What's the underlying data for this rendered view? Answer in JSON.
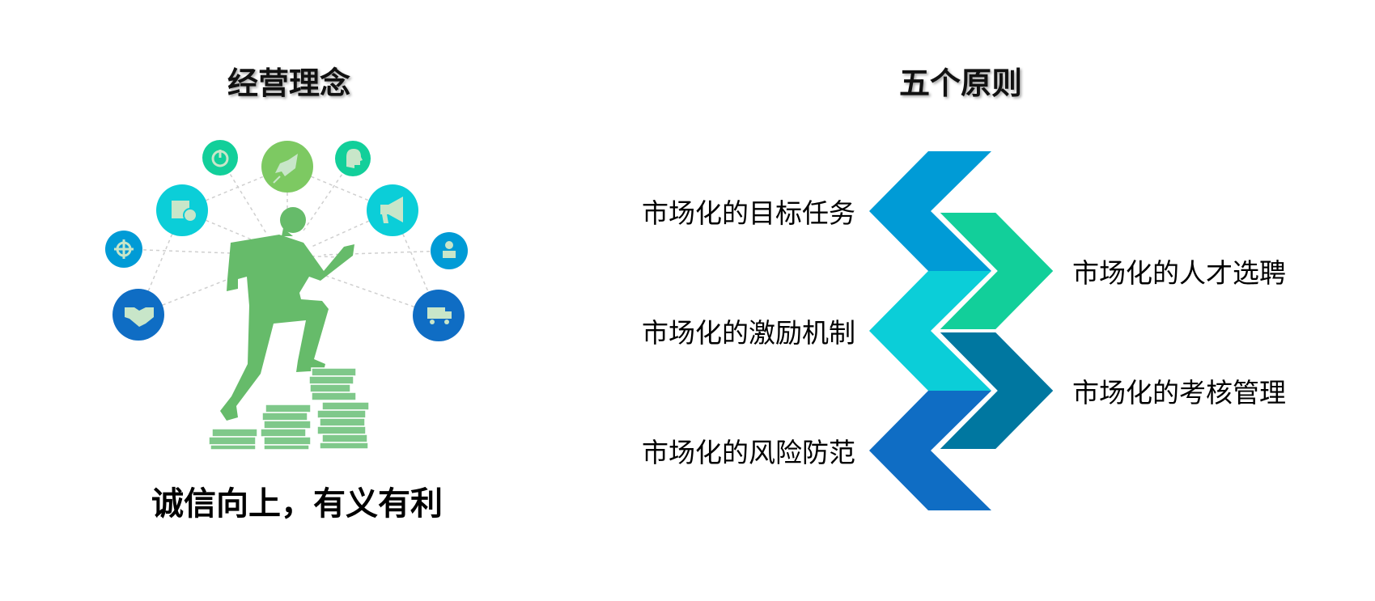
{
  "left": {
    "title": "经营理念",
    "slogan": "诚信向上，有义有利",
    "icons": [
      "power-icon",
      "rocket-icon",
      "brain-icon",
      "calendar-clock-icon",
      "megaphone-icon",
      "target-icon",
      "people-icon",
      "handshake-icon",
      "truck-icon"
    ]
  },
  "right": {
    "title": "五个原则",
    "principles_left": [
      {
        "label": "市场化的目标任务",
        "color": "#009BD6"
      },
      {
        "label": "市场化的激励机制",
        "color": "#0BCED8"
      },
      {
        "label": "市场化的风险防范",
        "color": "#0F6DC4"
      }
    ],
    "principles_right": [
      {
        "label": "市场化的人才选聘",
        "color": "#12CF9A"
      },
      {
        "label": "市场化的考核管理",
        "color": "#0077A0"
      }
    ]
  },
  "colors": {
    "figure": "#66BB6A",
    "books": "#7FC88A",
    "icon_glyph": "#C8E6C9"
  }
}
